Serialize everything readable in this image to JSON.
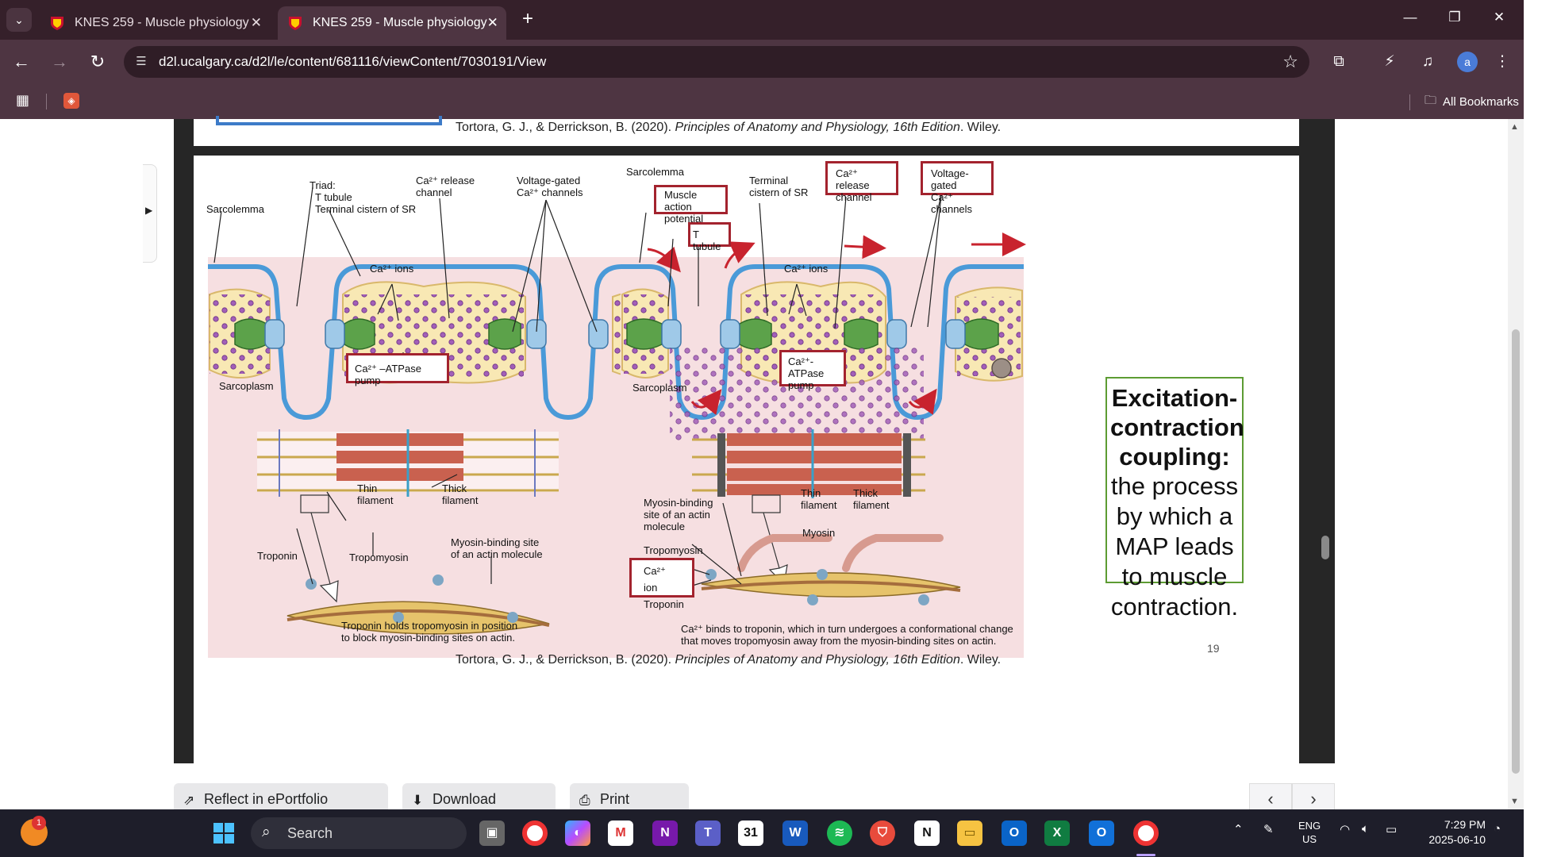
{
  "browser": {
    "tabs": [
      {
        "title": "KNES 259 - Muscle physiology",
        "active": false
      },
      {
        "title": "KNES 259 - Muscle physiology",
        "active": true
      }
    ],
    "new_tab": "+",
    "url": "d2l.ucalgary.ca/d2l/le/content/681116/viewContent/7030191/View",
    "bookmarks_all": "All Bookmarks",
    "profile_initial": "a"
  },
  "slide": {
    "citation_prefix": "Tortora, G. J., & Derrickson, B. (2020). ",
    "citation_title": "Principles of Anatomy and Physiology, 16th Edition",
    "citation_suffix": ". Wiley.",
    "page_number": "19",
    "left": {
      "sarcolemma": "Sarcolemma",
      "triad": "Triad:",
      "t_tubule": "T tubule",
      "terminal_cistern": "Terminal cistern of SR",
      "ca_release_1": "Ca²⁺ release",
      "ca_release_2": "channel",
      "vg_1": "Voltage-gated",
      "vg_2": "Ca²⁺ channels",
      "ca_ions": "Ca²⁺ ions",
      "pump": "Ca²⁺ –ATPase pump",
      "sarcoplasm": "Sarcoplasm",
      "thin_1": "Thin",
      "thin_2": "filament",
      "thick_1": "Thick",
      "thick_2": "filament",
      "troponin": "Troponin",
      "tropomyosin": "Tropomyosin",
      "mbs_1": "Myosin-binding site",
      "mbs_2": "of an actin molecule",
      "caption_1": "Troponin holds tropomyosin in position",
      "caption_2": "to block myosin-binding sites on actin."
    },
    "right": {
      "sarcolemma": "Sarcolemma",
      "map_1": "Muscle action",
      "map_2": "potential",
      "t_tubule": "T tubule",
      "terminal_1": "Terminal",
      "terminal_2": "cistern of SR",
      "ca_release_1": "Ca²⁺ release",
      "ca_release_2": "channel",
      "vg_1": "Voltage-gated",
      "vg_2": "Ca²⁺ channels",
      "ca_ions": "Ca²⁺ ions",
      "pump_1": "Ca²⁺-ATPase",
      "pump_2": "pump",
      "sarcoplasm": "Sarcoplasm",
      "thin_1": "Thin",
      "thin_2": "filament",
      "thick_1": "Thick",
      "thick_2": "filament",
      "mbs_1": "Myosin-binding",
      "mbs_2": "site of an actin",
      "mbs_3": "molecule",
      "myosin": "Myosin",
      "tropomyosin": "Tropomyosin",
      "ca_ion": "Ca²⁺ ion",
      "troponin": "Troponin",
      "caption_1": "Ca²⁺ binds to troponin, which in turn undergoes a conformational change",
      "caption_2": "that moves tropomyosin away from the myosin-binding sites on actin."
    },
    "ecc": {
      "bold_1": "Excitation-",
      "bold_2": "contraction",
      "bold_3": "coupling:",
      "text_1": "the process",
      "text_2": "by which a",
      "text_3": "MAP leads",
      "text_4": "to muscle",
      "text_5": "contraction."
    }
  },
  "actions": {
    "reflect": "Reflect in ePortfolio",
    "download": "Download",
    "print": "Print"
  },
  "taskbar": {
    "search": "Search",
    "lang_1": "ENG",
    "lang_2": "US",
    "time": "7:29 PM",
    "date": "2025-06-10",
    "notification_count": "1",
    "calendar_day": "31"
  },
  "colors": {
    "chrome_dark": "#35202a",
    "chrome": "#4e3542",
    "highlight_red": "#a3232e",
    "ecc_green": "#5d9c33",
    "membrane_blue": "#4a9ad8",
    "sarcoplasm_pink": "#f6dfe1",
    "sr_yellow": "#f8e8b4"
  }
}
